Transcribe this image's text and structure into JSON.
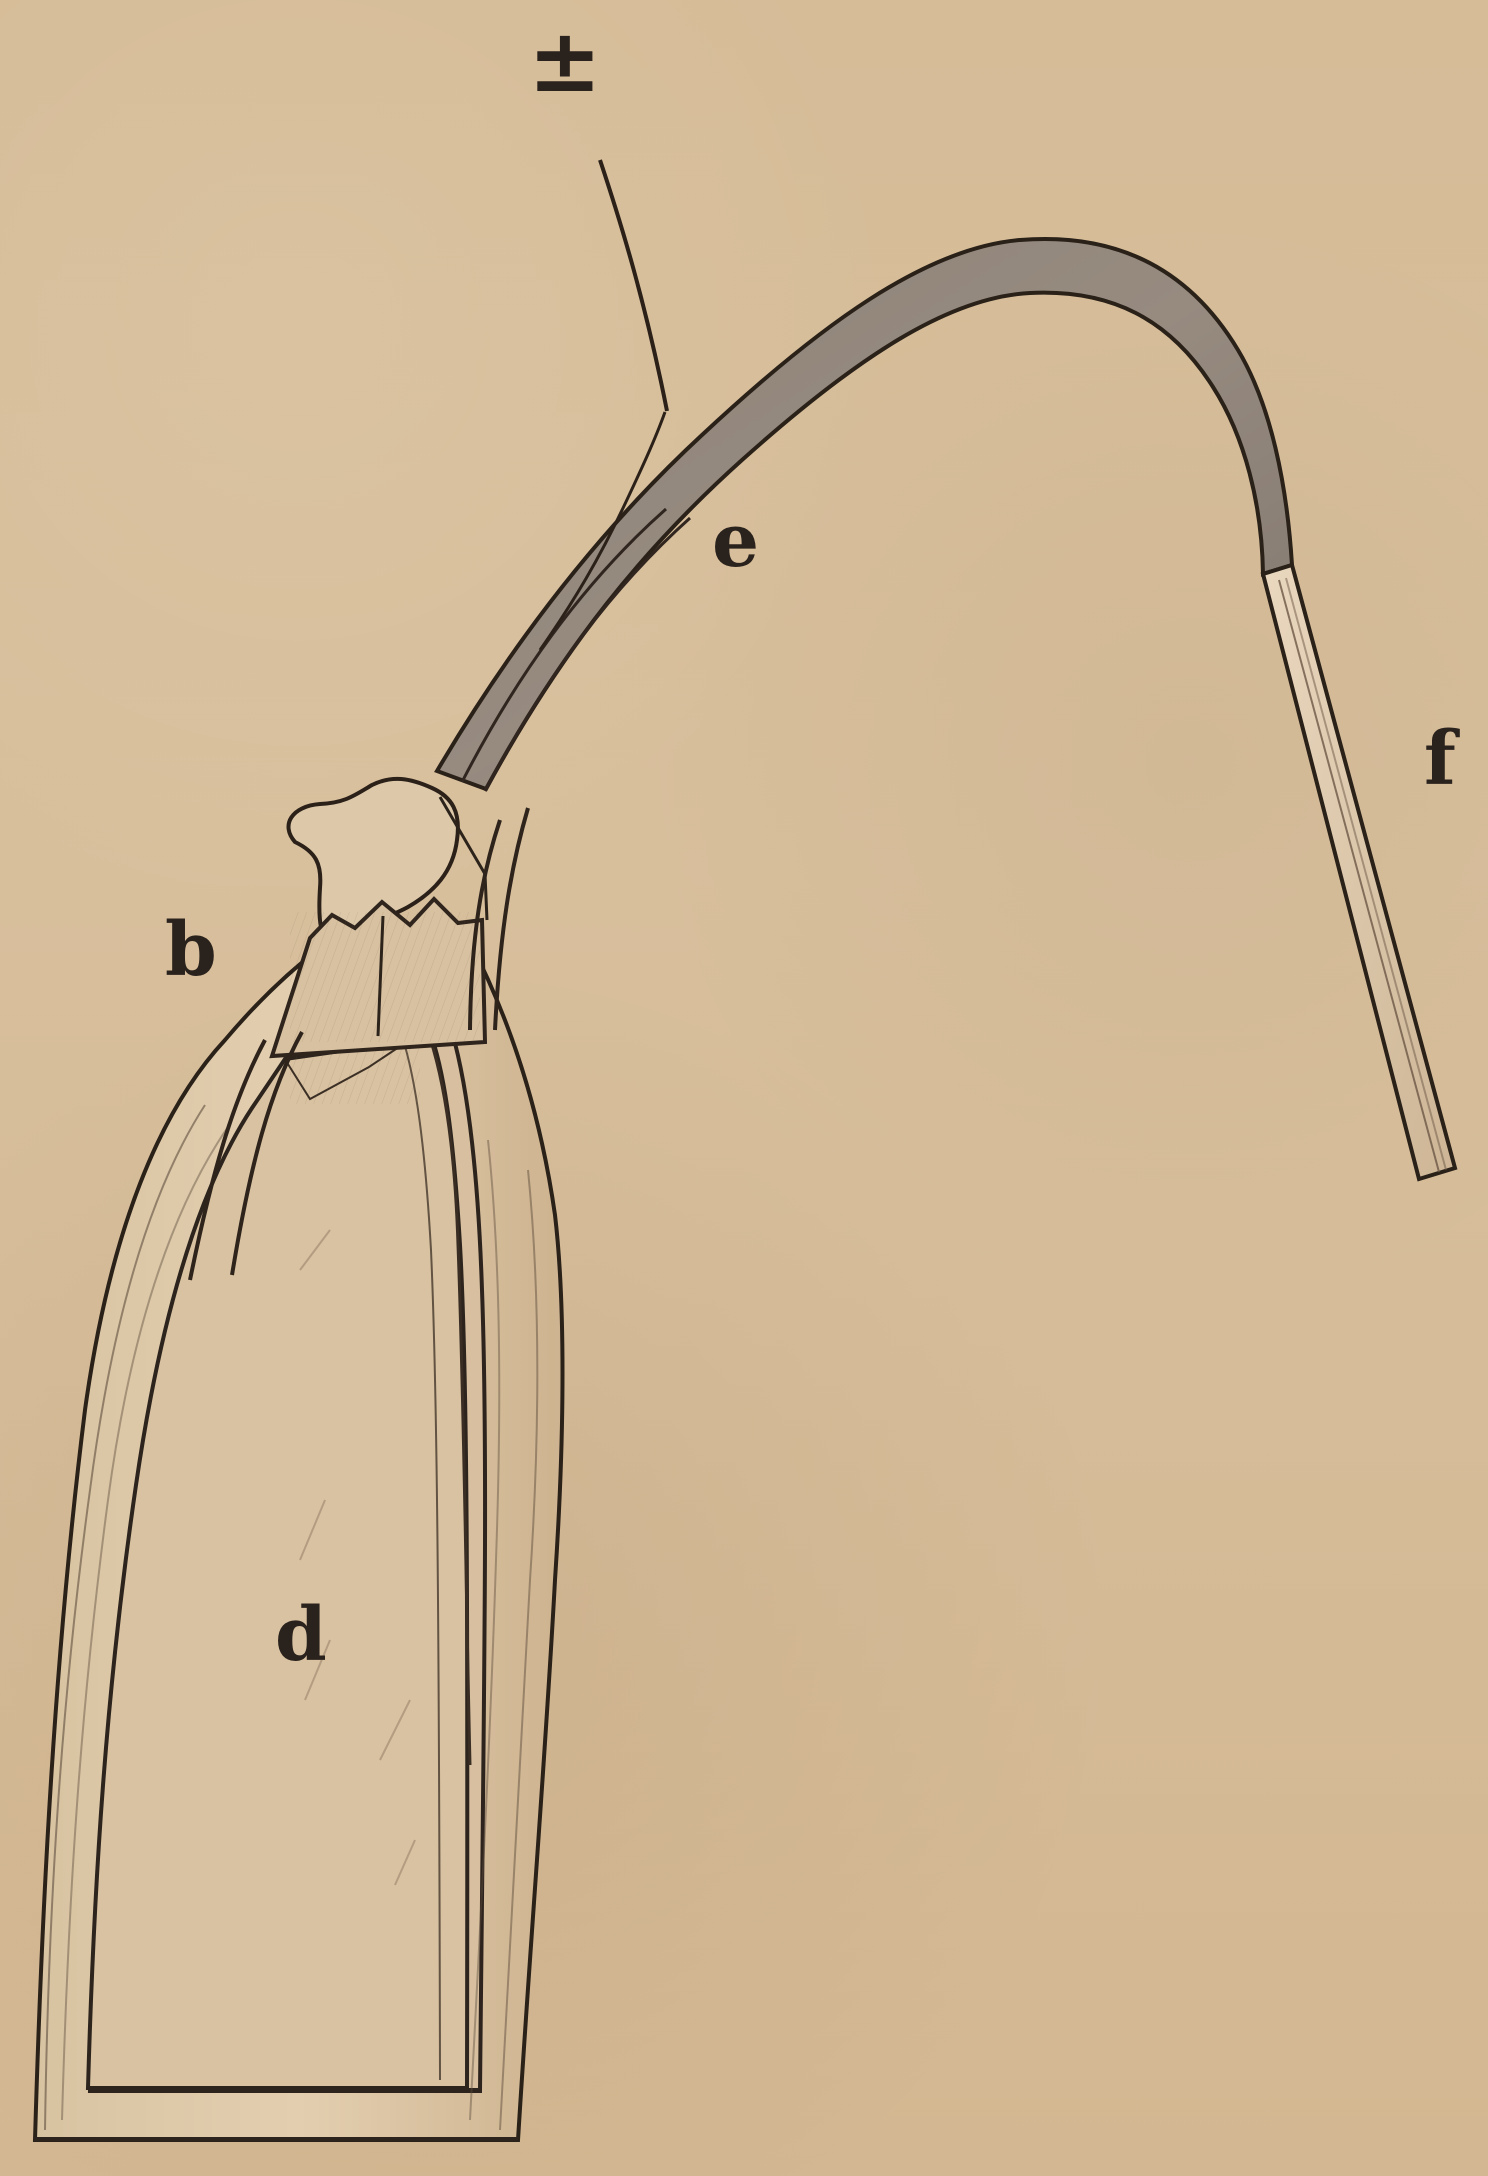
{
  "diagram": {
    "labels": {
      "plus_minus": "±",
      "e": "e",
      "b": "b",
      "f": "f",
      "d": "d"
    }
  }
}
